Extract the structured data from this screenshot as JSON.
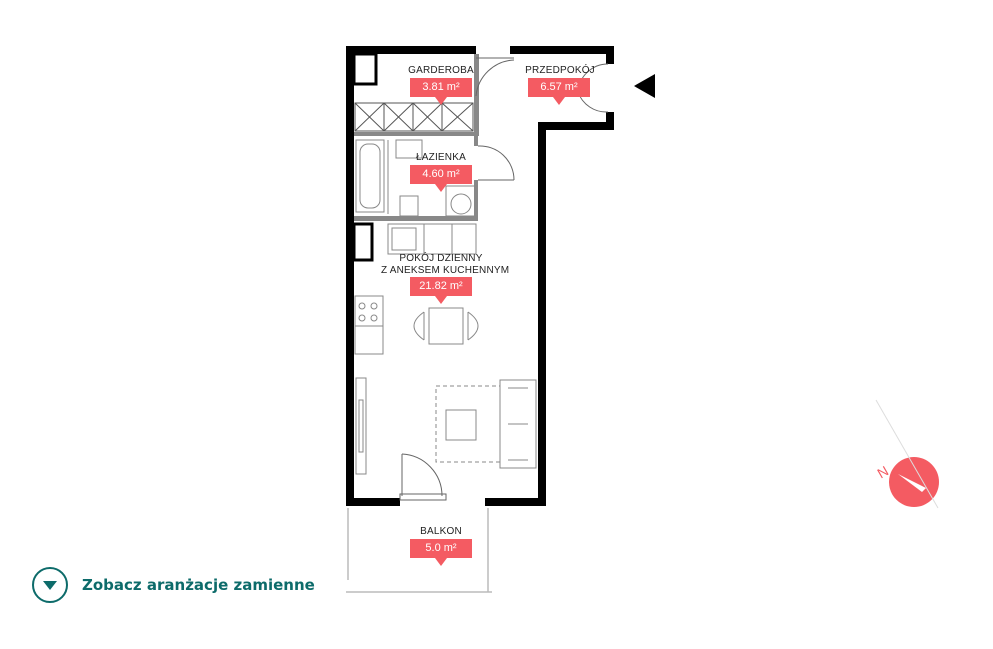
{
  "rooms": [
    {
      "name": "GARDEROBA",
      "area": "3.81 m²"
    },
    {
      "name": "PRZEDPOKÓJ",
      "area": "6.57 m²"
    },
    {
      "name": "ŁAZIENKA",
      "area": "4.60 m²"
    },
    {
      "name_line1": "POKÓJ DZIENNY",
      "name_line2": "Z ANEKSEM KUCHENNYM",
      "area": "21.82 m²"
    },
    {
      "name": "BALKON",
      "area": "5.0 m²"
    }
  ],
  "compass": {
    "label": "N",
    "color": "#f45b62"
  },
  "entrance_marker": {
    "icon": "entrance-arrow-icon"
  },
  "alternatives_link": {
    "label": "Zobacz aranżacje zamienne",
    "icon": "chevron-down-icon",
    "color": "#0d6b6a"
  },
  "colors": {
    "area_badge": "#f45b62",
    "walls": "#000000",
    "link": "#0d6b6a"
  }
}
